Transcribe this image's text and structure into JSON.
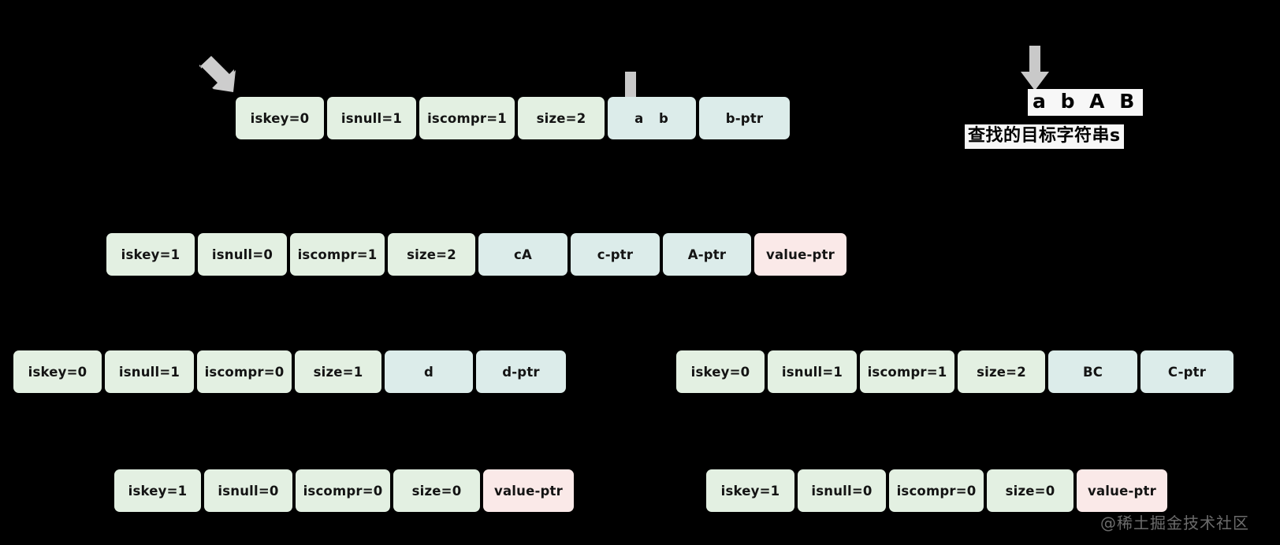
{
  "diagram": {
    "background_color": "#000000",
    "palette": {
      "green": "#e3f0e2",
      "blue": "#dcecea",
      "pink": "#fae9e8",
      "arrow": "#c9c9c9",
      "text": "#141414",
      "callout_bg": "#f7f7f7"
    },
    "rows": [
      {
        "id": "row-1",
        "cells": [
          {
            "label": "iskey=0",
            "tone": "green",
            "width": 112
          },
          {
            "label": "isnull=1",
            "tone": "green",
            "width": 113
          },
          {
            "label": "iscompr=1",
            "tone": "green",
            "width": 121
          },
          {
            "label": "size=2",
            "tone": "green",
            "width": 110
          },
          {
            "label": "a b",
            "tone": "blue",
            "width": 112
          },
          {
            "label": "b-ptr",
            "tone": "blue",
            "width": 115
          }
        ]
      },
      {
        "id": "row-2",
        "cells": [
          {
            "label": "iskey=1",
            "tone": "green",
            "width": 112
          },
          {
            "label": "isnull=0",
            "tone": "green",
            "width": 113
          },
          {
            "label": "iscompr=1",
            "tone": "green",
            "width": 120
          },
          {
            "label": "size=2",
            "tone": "green",
            "width": 111
          },
          {
            "label": "cA",
            "tone": "blue",
            "width": 113
          },
          {
            "label": "c-ptr",
            "tone": "blue",
            "width": 113
          },
          {
            "label": "A-ptr",
            "tone": "blue",
            "width": 112
          },
          {
            "label": "value-ptr",
            "tone": "pink",
            "width": 117
          }
        ]
      },
      {
        "id": "row-3-left",
        "cells": [
          {
            "label": "iskey=0",
            "tone": "green",
            "width": 112
          },
          {
            "label": "isnull=1",
            "tone": "green",
            "width": 113
          },
          {
            "label": "iscompr=0",
            "tone": "green",
            "width": 120
          },
          {
            "label": "size=1",
            "tone": "green",
            "width": 110
          },
          {
            "label": "d",
            "tone": "blue",
            "width": 112
          },
          {
            "label": "d-ptr",
            "tone": "blue",
            "width": 114
          }
        ]
      },
      {
        "id": "row-3-right",
        "cells": [
          {
            "label": "iskey=0",
            "tone": "green",
            "width": 112
          },
          {
            "label": "isnull=1",
            "tone": "green",
            "width": 113
          },
          {
            "label": "iscompr=1",
            "tone": "green",
            "width": 120
          },
          {
            "label": "size=2",
            "tone": "green",
            "width": 111
          },
          {
            "label": "BC",
            "tone": "blue",
            "width": 113
          },
          {
            "label": "C-ptr",
            "tone": "blue",
            "width": 118
          }
        ]
      },
      {
        "id": "row-4-left",
        "cells": [
          {
            "label": "iskey=1",
            "tone": "green",
            "width": 110
          },
          {
            "label": "isnull=0",
            "tone": "green",
            "width": 112
          },
          {
            "label": "iscompr=0",
            "tone": "green",
            "width": 120
          },
          {
            "label": "size=0",
            "tone": "green",
            "width": 110
          },
          {
            "label": "value-ptr",
            "tone": "pink",
            "width": 115
          }
        ]
      },
      {
        "id": "row-4-right",
        "cells": [
          {
            "label": "iskey=1",
            "tone": "green",
            "width": 112
          },
          {
            "label": "isnull=0",
            "tone": "green",
            "width": 112
          },
          {
            "label": "iscompr=0",
            "tone": "green",
            "width": 120
          },
          {
            "label": "size=0",
            "tone": "green",
            "width": 110
          },
          {
            "label": "value-ptr",
            "tone": "pink",
            "width": 115
          }
        ]
      }
    ],
    "annotations": {
      "target_string": "a b A B",
      "target_caption": "查找的目标字符串s"
    },
    "watermark": "@稀土掘金技术社区"
  }
}
